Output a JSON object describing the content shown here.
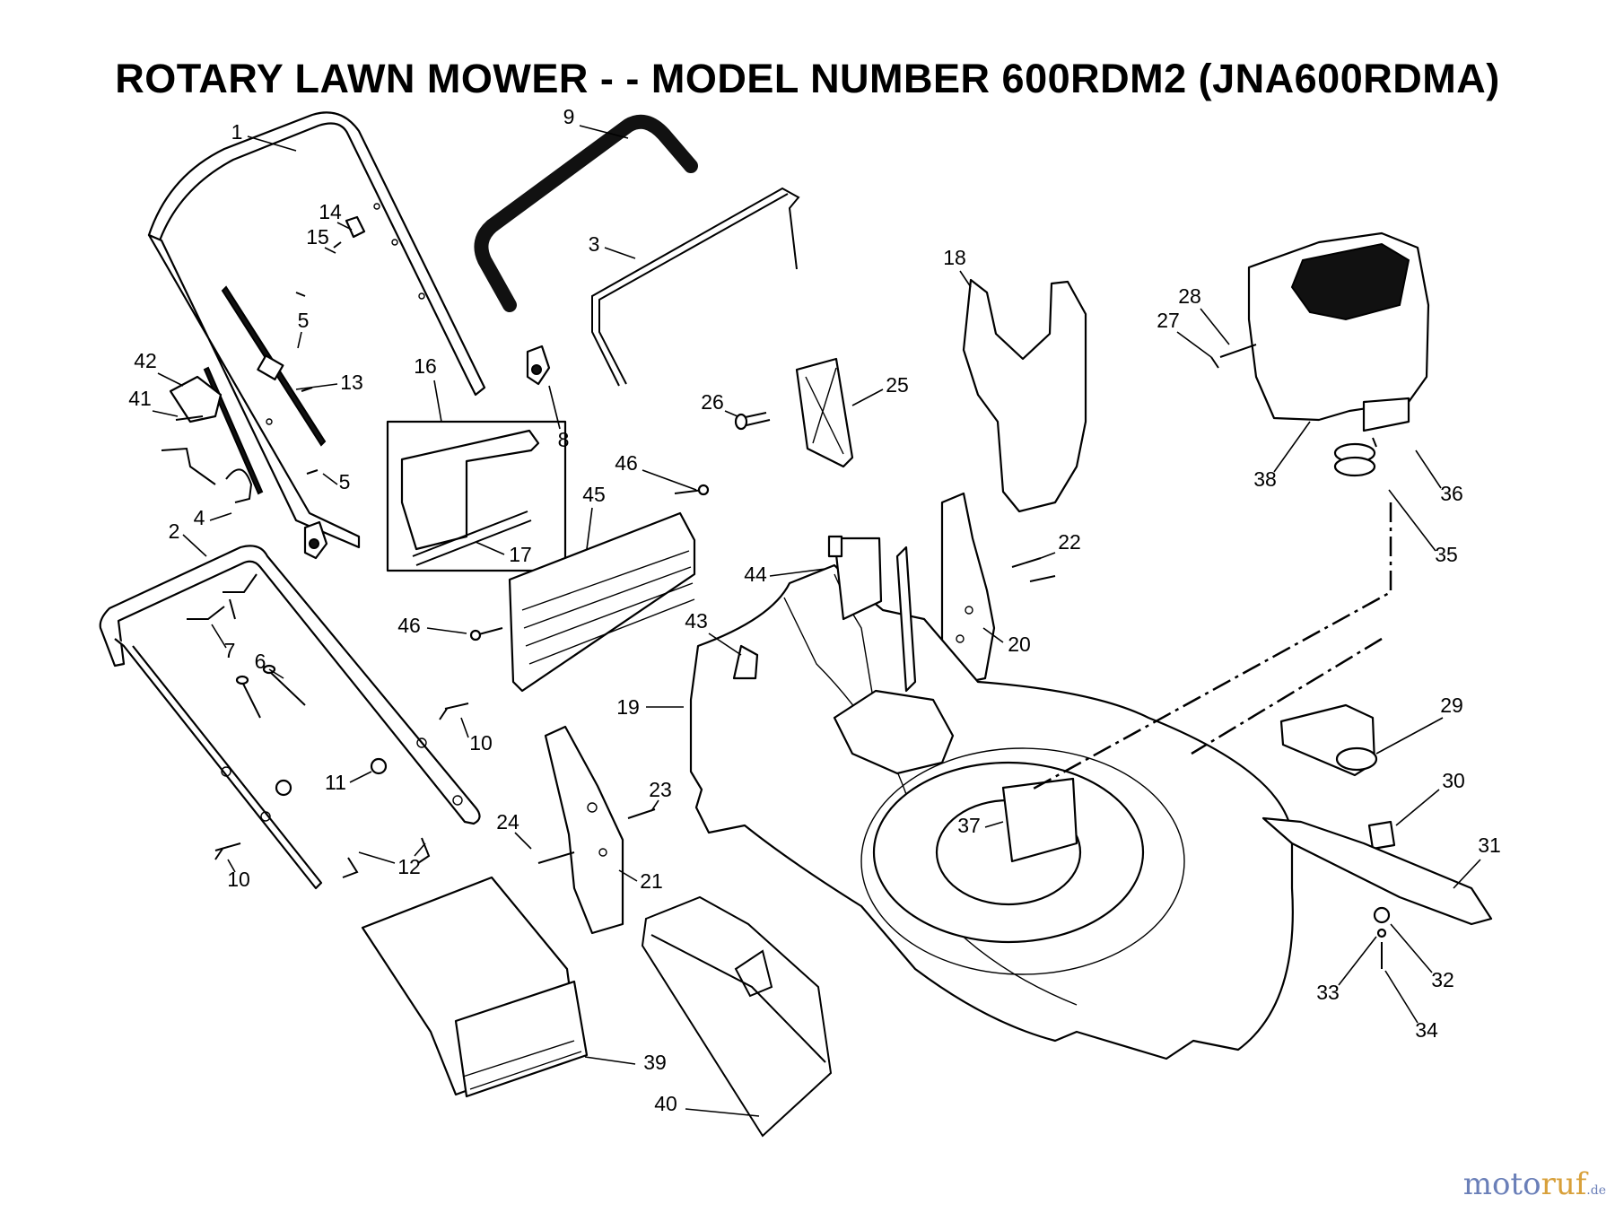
{
  "title": "ROTARY LAWN MOWER - - MODEL NUMBER 600RDM2 (JNA600RDMA)",
  "watermark": {
    "text_a": "moto",
    "text_b": "ruf",
    "text_c": ".de"
  },
  "callouts": [
    {
      "id": "c1",
      "label": "1"
    },
    {
      "id": "c2",
      "label": "2"
    },
    {
      "id": "c3",
      "label": "3"
    },
    {
      "id": "c4",
      "label": "4"
    },
    {
      "id": "c5a",
      "label": "5"
    },
    {
      "id": "c5b",
      "label": "5"
    },
    {
      "id": "c6",
      "label": "6"
    },
    {
      "id": "c7",
      "label": "7"
    },
    {
      "id": "c8",
      "label": "8"
    },
    {
      "id": "c9",
      "label": "9"
    },
    {
      "id": "c10a",
      "label": "10"
    },
    {
      "id": "c10b",
      "label": "10"
    },
    {
      "id": "c11",
      "label": "11"
    },
    {
      "id": "c12",
      "label": "12"
    },
    {
      "id": "c13",
      "label": "13"
    },
    {
      "id": "c14",
      "label": "14"
    },
    {
      "id": "c15",
      "label": "15"
    },
    {
      "id": "c16",
      "label": "16"
    },
    {
      "id": "c17",
      "label": "17"
    },
    {
      "id": "c18",
      "label": "18"
    },
    {
      "id": "c19",
      "label": "19"
    },
    {
      "id": "c20",
      "label": "20"
    },
    {
      "id": "c21",
      "label": "21"
    },
    {
      "id": "c22",
      "label": "22"
    },
    {
      "id": "c23",
      "label": "23"
    },
    {
      "id": "c24",
      "label": "24"
    },
    {
      "id": "c25",
      "label": "25"
    },
    {
      "id": "c26",
      "label": "26"
    },
    {
      "id": "c27",
      "label": "27"
    },
    {
      "id": "c28",
      "label": "28"
    },
    {
      "id": "c29",
      "label": "29"
    },
    {
      "id": "c30",
      "label": "30"
    },
    {
      "id": "c31",
      "label": "31"
    },
    {
      "id": "c32",
      "label": "32"
    },
    {
      "id": "c33",
      "label": "33"
    },
    {
      "id": "c34",
      "label": "34"
    },
    {
      "id": "c35",
      "label": "35"
    },
    {
      "id": "c36",
      "label": "36"
    },
    {
      "id": "c37",
      "label": "37"
    },
    {
      "id": "c38",
      "label": "38"
    },
    {
      "id": "c39",
      "label": "39"
    },
    {
      "id": "c40",
      "label": "40"
    },
    {
      "id": "c41",
      "label": "41"
    },
    {
      "id": "c42",
      "label": "42"
    },
    {
      "id": "c43",
      "label": "43"
    },
    {
      "id": "c44",
      "label": "44"
    },
    {
      "id": "c45",
      "label": "45"
    },
    {
      "id": "c46a",
      "label": "46"
    },
    {
      "id": "c46b",
      "label": "46"
    }
  ]
}
